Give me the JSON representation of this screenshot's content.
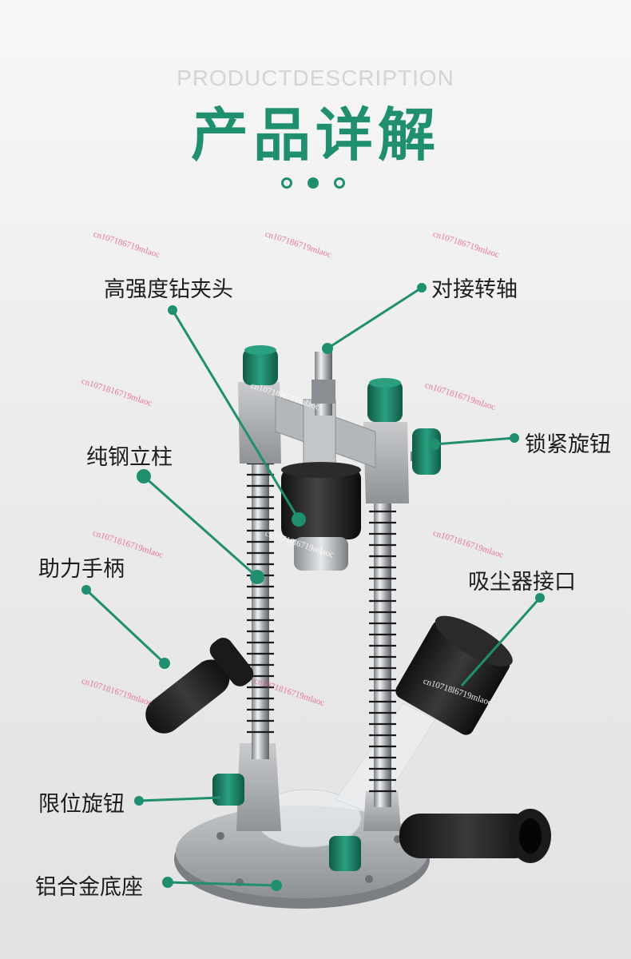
{
  "header": {
    "subtitle": "PRODUCTDESCRIPTION",
    "title": "产品详解"
  },
  "labels": {
    "chuck": "高强度钻夹头",
    "shaft": "对接转轴",
    "lock_knob": "锁紧旋钮",
    "steel_column": "纯钢立柱",
    "handle": "助力手柄",
    "dust_port": "吸尘器接口",
    "limit_knob": "限位旋钮",
    "base": "铝合金底座"
  },
  "watermark": {
    "text_a": "cn107186719mlaoc",
    "text_b": "cn1071816719mlaoc",
    "text_c": "cn10718l6719mlaoc"
  },
  "colors": {
    "accent": "#1f8f70",
    "knob_green": "#1a7a60",
    "metal": "#b9bcbf",
    "frame_gray": "#a6a9ac"
  }
}
